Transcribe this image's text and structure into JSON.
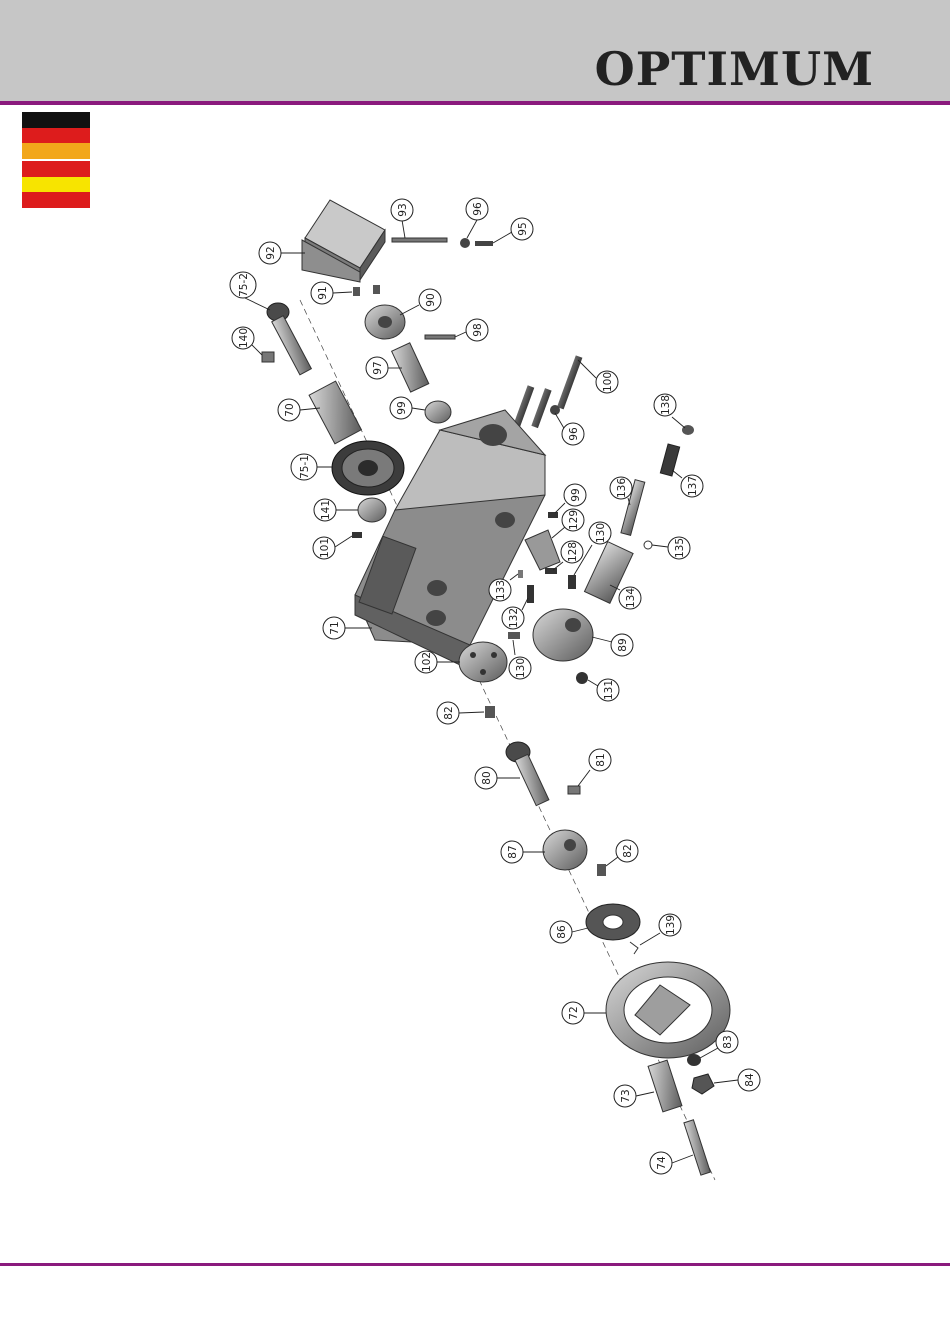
{
  "header": {
    "brand": "OPTIMUM"
  },
  "flags": [
    {
      "name": "germany",
      "colors": [
        "#111111",
        "#dd1c1c",
        "#f2a71b"
      ]
    },
    {
      "name": "spain",
      "colors": [
        "#dd1c1c",
        "#f7e400",
        "#dd1c1c"
      ]
    }
  ],
  "colors": {
    "accent_rule": "#8a1a7d",
    "header_bg": "#c6c6c6",
    "part_grey": "#8c8c8c"
  },
  "part_labels": [
    "92",
    "93",
    "96",
    "95",
    "91",
    "90",
    "98",
    "75-2",
    "140",
    "97",
    "99",
    "100",
    "70",
    "96",
    "138",
    "75-1",
    "99",
    "137",
    "136",
    "141",
    "129",
    "130",
    "101",
    "128",
    "135",
    "133",
    "132",
    "134",
    "71",
    "89",
    "102",
    "130",
    "131",
    "82",
    "81",
    "80",
    "87",
    "82",
    "86",
    "139",
    "72",
    "83",
    "73",
    "84",
    "74"
  ]
}
